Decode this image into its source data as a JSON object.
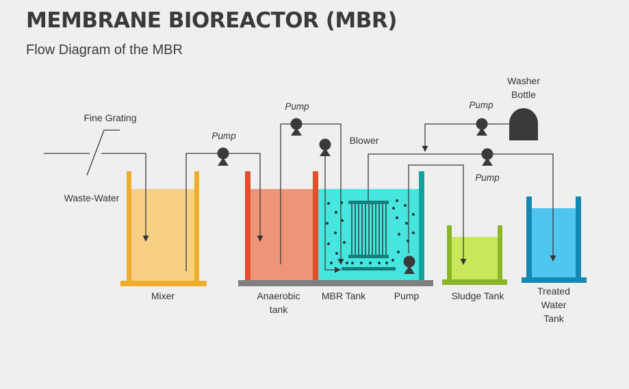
{
  "title": "MEMBRANE BIOREACTOR (MBR)",
  "subtitle": "Flow Diagram of the MBR",
  "labels": {
    "fine_grating": "Fine Grating",
    "waste_water": "Waste-Water",
    "mixer": "Mixer",
    "anaerobic_1": "Anaerobic",
    "anaerobic_2": "tank",
    "mbr_tank": "MBR Tank",
    "pump_bottom": "Pump",
    "sludge_tank": "Sludge Tank",
    "treated_1": "Treated",
    "treated_2": "Water",
    "treated_3": "Tank",
    "blower": "Blower",
    "washer_1": "Washer",
    "washer_2": "Bottle",
    "pump_mixer": "Pump",
    "pump_anaerobic": "Pump",
    "pump_washer": "Pump",
    "pump_treated": "Pump"
  },
  "colors": {
    "mixer": "#f7cf85",
    "mixer_wall": "#eead2d",
    "anaerobic": "#ef9478",
    "anaerobic_wall": "#e0502d",
    "mbr": "#46e6df",
    "mbr_wall": "#14a39c",
    "sludge": "#c8e85a",
    "sludge_wall": "#8ab526",
    "treated": "#4fc6f0",
    "treated_wall": "#1388b4",
    "pipe": "#3a3a3a",
    "base": "#808080"
  }
}
